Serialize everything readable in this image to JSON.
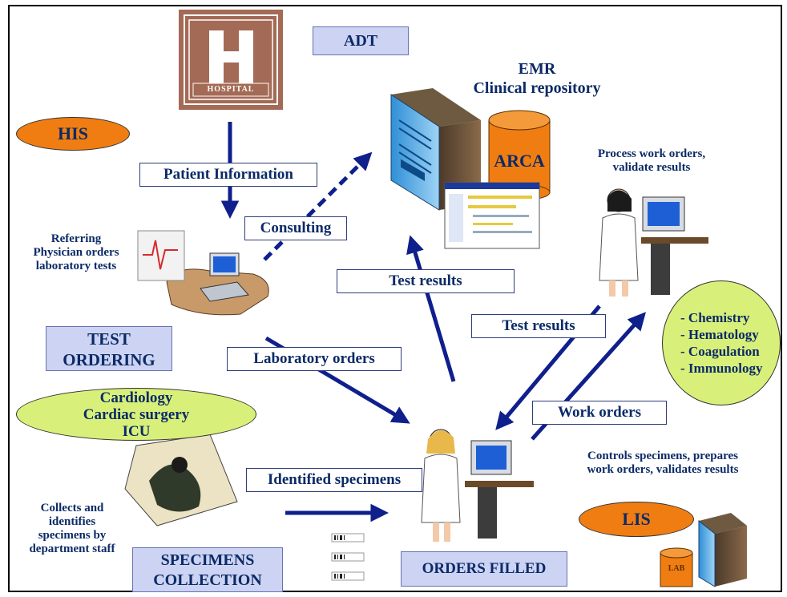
{
  "hospital_logo": {
    "letter": "H",
    "word": "HOSPITAL"
  },
  "adt": "ADT",
  "emr": {
    "line1": "EMR",
    "line2": "Clinical repository"
  },
  "arca": "ARCA",
  "his": "HIS",
  "lis": "LIS",
  "lab": "LAB",
  "process_note": {
    "line1": "Process work orders,",
    "line2": "validate results"
  },
  "patient_information": "Patient Information",
  "consulting": "Consulting",
  "referring_note": {
    "line1": "Referring",
    "line2": "Physician orders",
    "line3": "laboratory tests"
  },
  "test_results_upper": "Test results",
  "test_results_lower": "Test results",
  "test_ordering": {
    "line1": "TEST",
    "line2": "ORDERING"
  },
  "laboratory_orders": "Laboratory orders",
  "departments": [
    "- Chemistry",
    "- Hematology",
    "- Coagulation",
    "- Immunology"
  ],
  "wards": {
    "line1": "Cardiology",
    "line2": "Cardiac surgery",
    "line3": "ICU"
  },
  "work_orders": "Work orders",
  "controls_note": {
    "line1": "Controls specimens, prepares",
    "line2": "work orders, validates results"
  },
  "identified_specimens": "Identified specimens",
  "collects_note": {
    "line1": "Collects and",
    "line2": "identifies",
    "line3": "specimens by",
    "line4": "department staff"
  },
  "specimens_collection": {
    "line1": "SPECIMENS",
    "line2": "COLLECTION"
  },
  "orders_filled": "ORDERS FILLED",
  "colors": {
    "arrow": "#0f1f8c",
    "text": "#0b2a66",
    "orange": "#f07d12",
    "lime": "#d8f07a",
    "panel": "#ccd3f3",
    "hospital": "#a36a55"
  }
}
